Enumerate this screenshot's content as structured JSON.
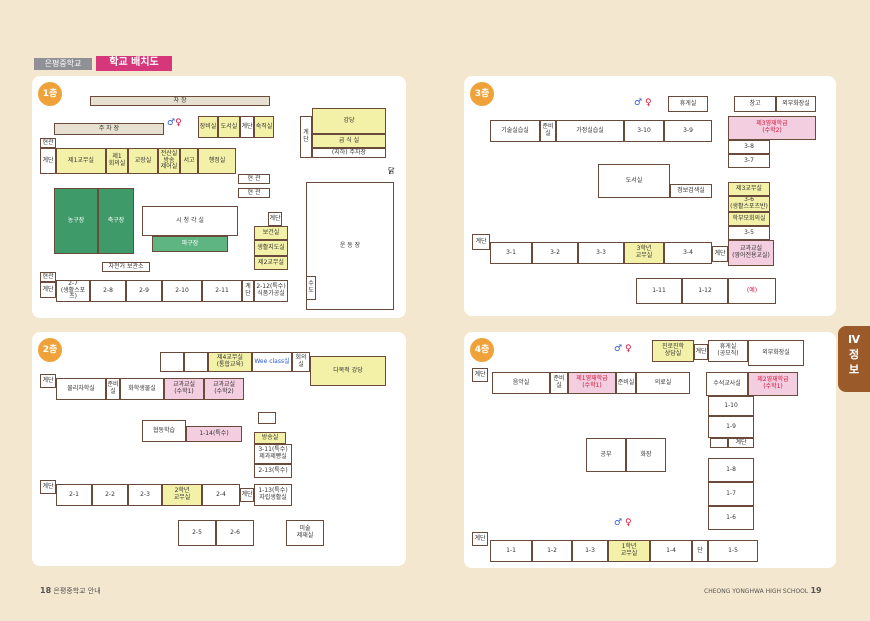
{
  "header": {
    "school_tag": "은평중학교",
    "title": "학교 배치도"
  },
  "side_tab": {
    "roman": "Ⅳ",
    "l1": "정",
    "l2": "보"
  },
  "footer": {
    "left_num": "18",
    "left_text": "은평중학교 안내",
    "right_text": "CHEONG YONGHWA HIGH SCHOOL",
    "right_num": "19"
  },
  "f1": {
    "badge": "1층",
    "rooms": {
      "jacha": "자 창",
      "jucha": "주 차 장",
      "hyeongwan": "현관",
      "gyedan": "계단",
      "gy1": "제1교무실",
      "gy2": "제1\n회의실",
      "gyojang": "교장실",
      "jeonsan": "전산실\n방송\n제어실",
      "seogo": "서고",
      "haengjeong": "행정실",
      "jangbi": "장비실",
      "dosil": "도서실",
      "gyedan2": "계단",
      "suksil": "숙직실",
      "gangdang": "강당",
      "geupsik": "급 식 실",
      "hwajang": "(지하) 주차장",
      "gyedan3": "계\n단",
      "dak": "닭",
      "hyeongwan2": "현 관",
      "hyeongwan3": "현 관",
      "nonggu": "농구장",
      "chukgu": "축구장",
      "siheom": "시 청 각 실",
      "pagu": "파구장",
      "gyedan4": "계단",
      "bogeon": "보건실",
      "saenghwal": "생활지도실",
      "gy2b": "제2교무실",
      "jajeon": "자전거 보관소",
      "sudo": "수도",
      "undong": "운 동 장",
      "sudo2": "수\n도",
      "gyedan5": "계단",
      "r2_7": "2-7\n(생활스포츠)",
      "r2_8": "2-8",
      "r2_9": "2-9",
      "r2_10": "2-10",
      "r2_11": "2-11",
      "gyedan6": "계단",
      "r2_12": "2-12(특수)\n식품가공실",
      "hyeongwan4": "현관"
    }
  },
  "f2": {
    "badge": "2층",
    "rooms": {
      "gy4": "제4교무실\n(통합교육)",
      "wee": "Wee class실",
      "hoeui": "회의실",
      "dajok": "다목적 강당",
      "gyedan": "계단",
      "mulri": "물리자학실",
      "sil": "준비\n실",
      "hwahak": "화학생물실",
      "ggs1": "교과교실\n(수학1)",
      "ggs2": "교과교실\n(수학2)",
      "hyeopdong": "협동학습",
      "r1_14": "1-14(특수)",
      "bangsong": "방송실",
      "r3_11": "3-11(특수)\n제과제빵실",
      "r2_13": "2-13(특수)",
      "gyedan2": "계단",
      "r2_1": "2-1",
      "r2_2": "2-2",
      "r2_3": "2-3",
      "gy_2": "2학년\n교무실",
      "r2_4": "2-4",
      "gyedan3": "계단",
      "r1_13": "1-13(특수)\n자립생활실",
      "r2_5": "2-5",
      "r2_6": "2-6",
      "misul": "미술\n제재실"
    }
  },
  "f3": {
    "badge": "3층",
    "rooms": {
      "hyuge": "휴게실",
      "changgo": "창고",
      "oebu": "외부화장실",
      "gisul": "기술실습실",
      "junbi": "준비\n실",
      "gajeong": "가정실습실",
      "r3_10": "3-10",
      "r3_9": "3-9",
      "gy3": "제3영재학급\n(수학2)",
      "r3_8": "3-8",
      "r3_7": "3-7",
      "doseo": "도서실",
      "jeongbo": "정보검색실",
      "gy3b": "제3교무실",
      "r3_6": "3-6\n(생활스포츠반)",
      "hakbu": "학부모회의실",
      "r3_5": "3-5",
      "gyedan": "계단",
      "r3_1": "3-1",
      "r3_2": "3-2",
      "r3_3": "3-3",
      "gy_3": "3학년\n교무실",
      "r3_4": "3-4",
      "gyedan2": "계단",
      "gwagyo": "교과교실\n(영어전용교실)",
      "r1_11": "1-11",
      "r1_12": "1-12",
      "ye": "(예)"
    }
  },
  "f4": {
    "badge": "4층",
    "rooms": {
      "jinro": "진로진학\n상담실",
      "gyedan": "계단",
      "hyuge": "휴게실\n(공모직)",
      "hwajang": "외부화장실",
      "gyedan2": "계단",
      "eumak": "음악실",
      "junbi": "준비실",
      "gyj1": "제1영재학급\n(수학1)",
      "junbi2": "준비실",
      "uirak": "의료실",
      "suseok": "수석교사실",
      "gyj2": "제2영재학급\n(수학1)",
      "r1_10": "1-10",
      "r1_9": "1-9",
      "gyedan3": "계단",
      "gonghwa": "공부",
      "hwajang2": "화장",
      "r1_8": "1-8",
      "r1_7": "1-7",
      "r1_6": "1-6",
      "gyedan4": "계단",
      "r1_1": "1-1",
      "r1_2": "1-2",
      "r1_3": "1-3",
      "gy_1": "1학년\n교무실",
      "r1_4": "1-4",
      "dan": "단",
      "r1_5": "1-5"
    }
  }
}
